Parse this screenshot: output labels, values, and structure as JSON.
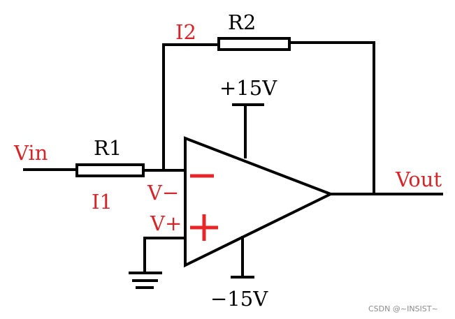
{
  "labels": {
    "vin": "Vin",
    "vout": "Vout",
    "r1": "R1",
    "r2": "R2",
    "i1": "I1",
    "i2": "I2",
    "v_minus": "V−",
    "v_plus": "V+",
    "vcc_pos": "+15V",
    "vcc_neg": "−15V"
  },
  "colors": {
    "wire": "#000000",
    "current_label": "#d4262a",
    "polarity_sign": "#e8262a",
    "watermark": "#8c8c8c"
  },
  "watermark": "CSDN @~INSIST~"
}
